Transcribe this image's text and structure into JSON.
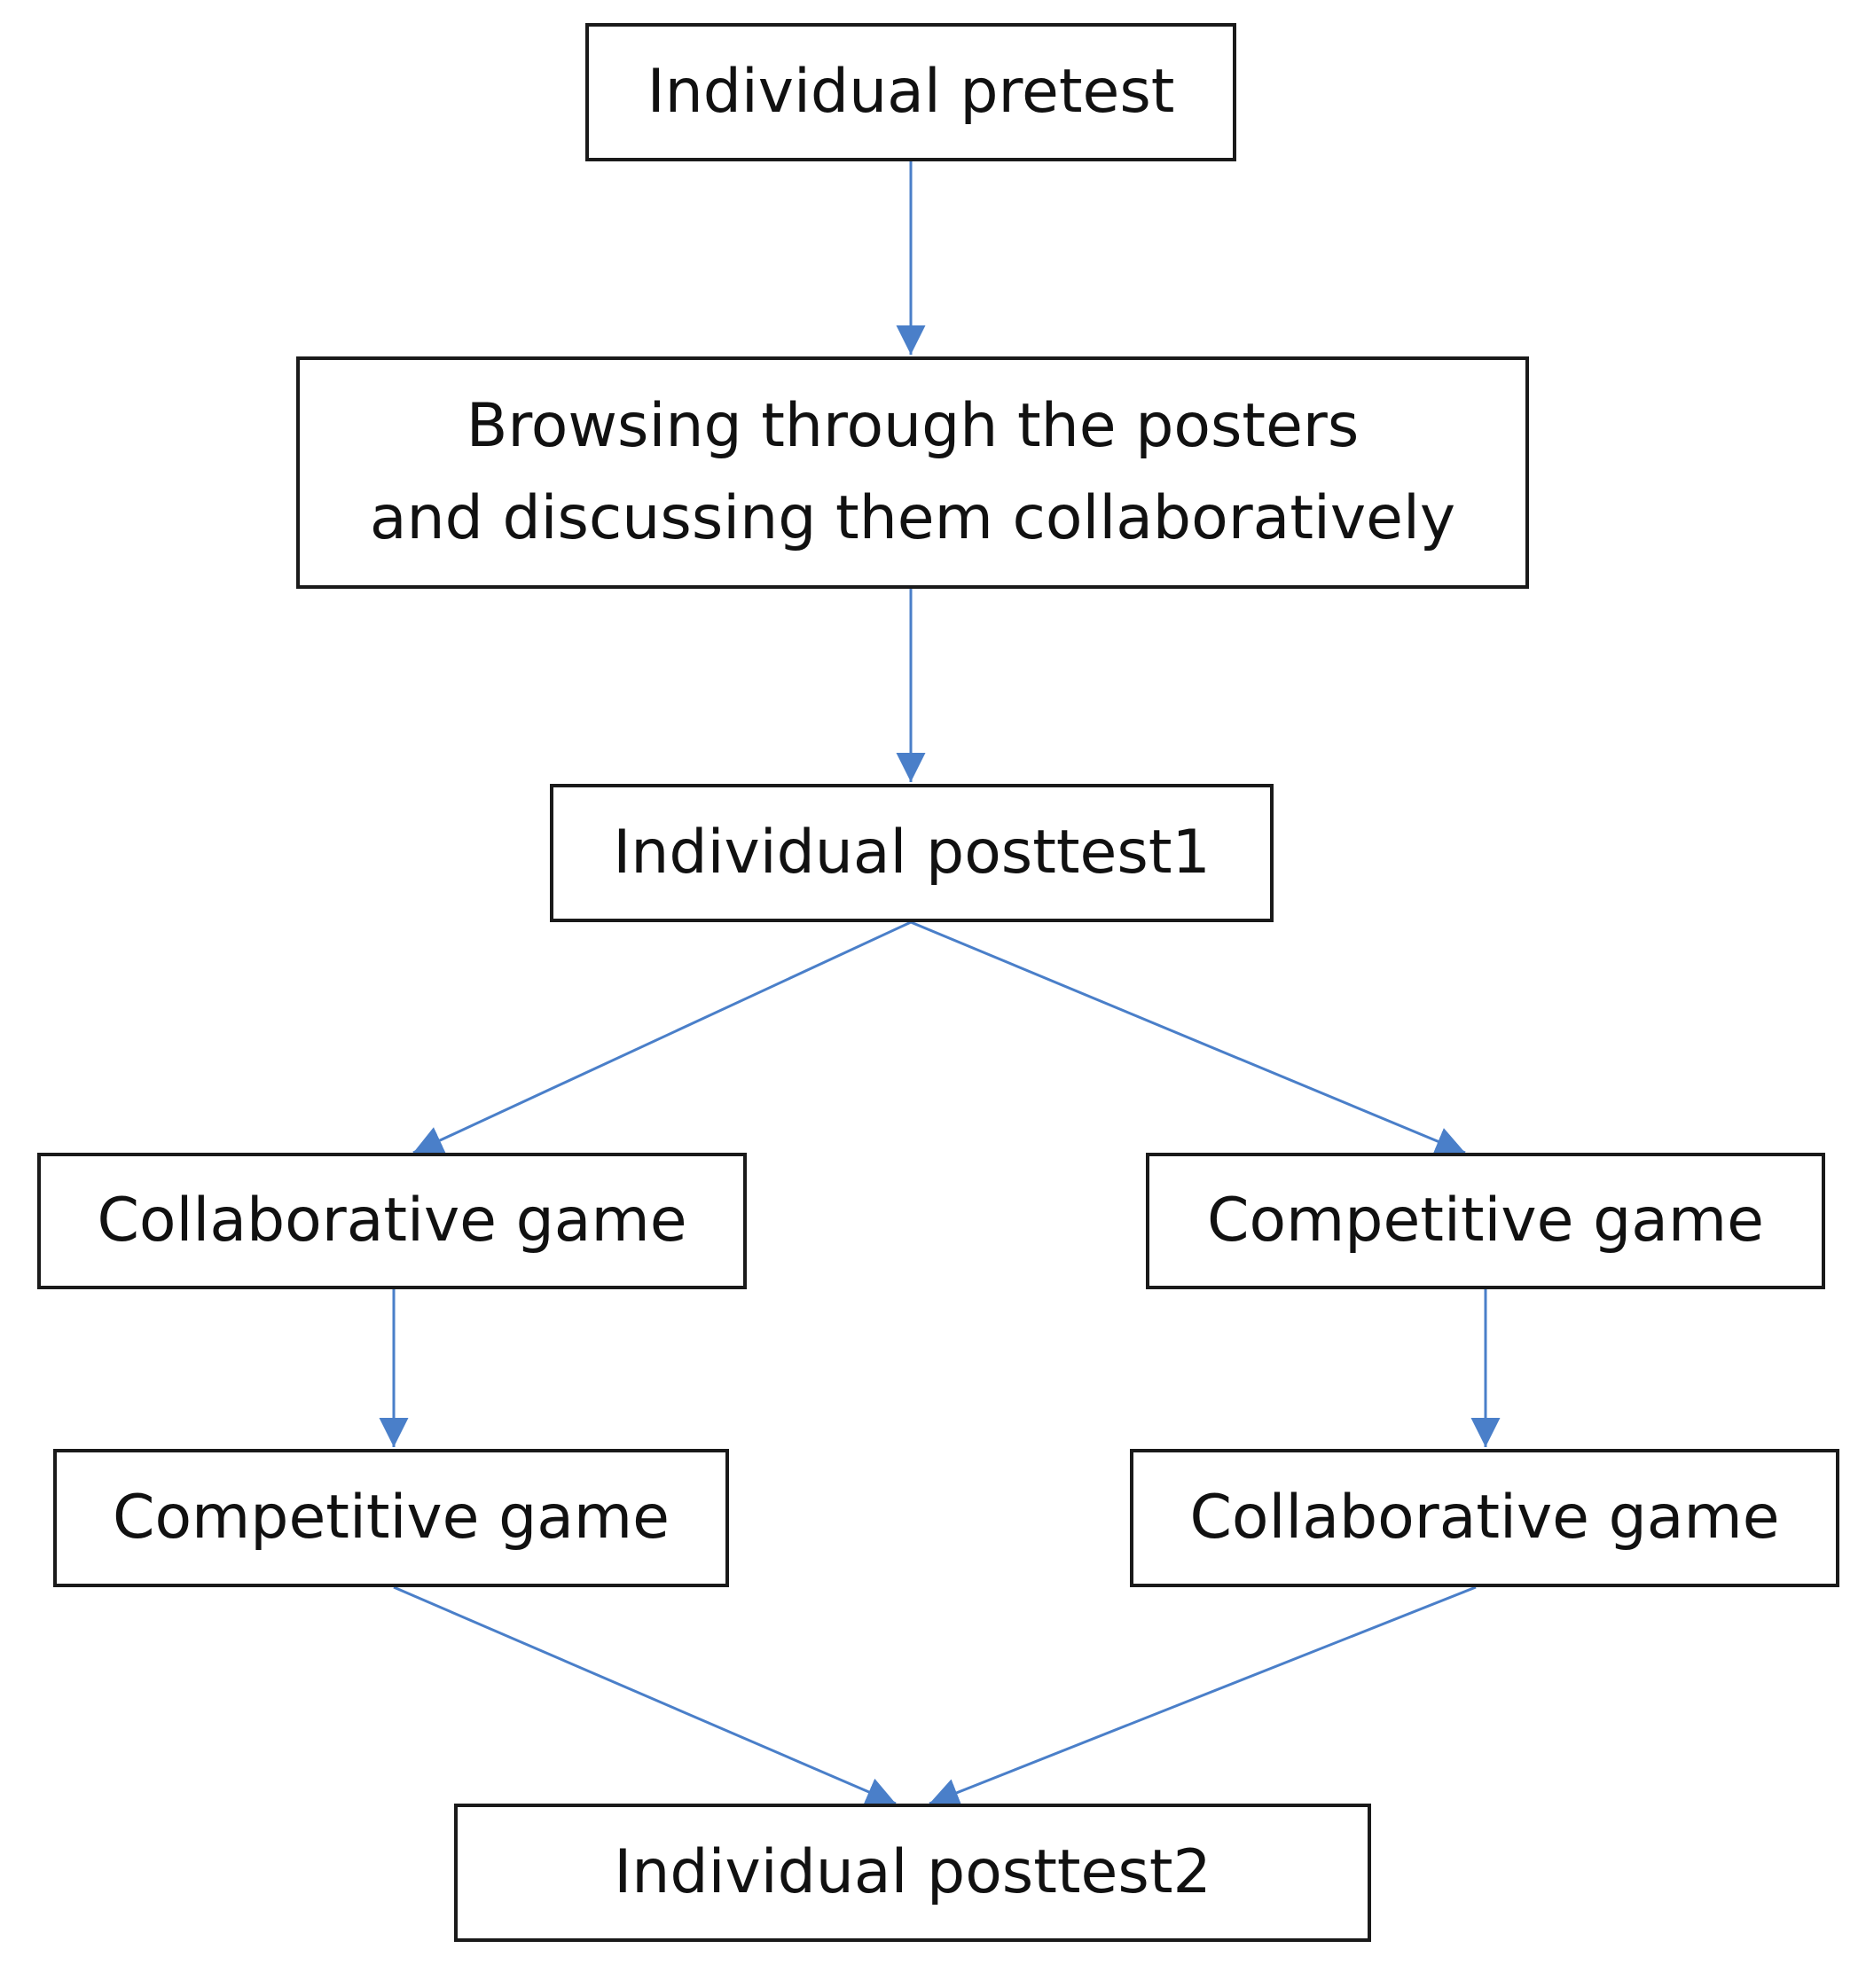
{
  "colors": {
    "arrow": "#4a7fc9",
    "border": "#1a1a1a",
    "text": "#111111"
  },
  "nodes": {
    "pretest": {
      "label": "Individual pretest"
    },
    "browsing": {
      "line1": "Browsing through the posters",
      "line2": "and discussing them collaboratively"
    },
    "posttest1": {
      "label": "Individual posttest1"
    },
    "left_first": {
      "label": "Collaborative game"
    },
    "right_first": {
      "label": "Competitive game"
    },
    "left_second": {
      "label": "Competitive game"
    },
    "right_second": {
      "label": "Collaborative game"
    },
    "posttest2": {
      "label": "Individual posttest2"
    }
  },
  "edges": [
    {
      "from": "pretest",
      "to": "browsing"
    },
    {
      "from": "browsing",
      "to": "posttest1"
    },
    {
      "from": "posttest1",
      "to": "left_first"
    },
    {
      "from": "posttest1",
      "to": "right_first"
    },
    {
      "from": "left_first",
      "to": "left_second"
    },
    {
      "from": "right_first",
      "to": "right_second"
    },
    {
      "from": "left_second",
      "to": "posttest2"
    },
    {
      "from": "right_second",
      "to": "posttest2"
    }
  ]
}
